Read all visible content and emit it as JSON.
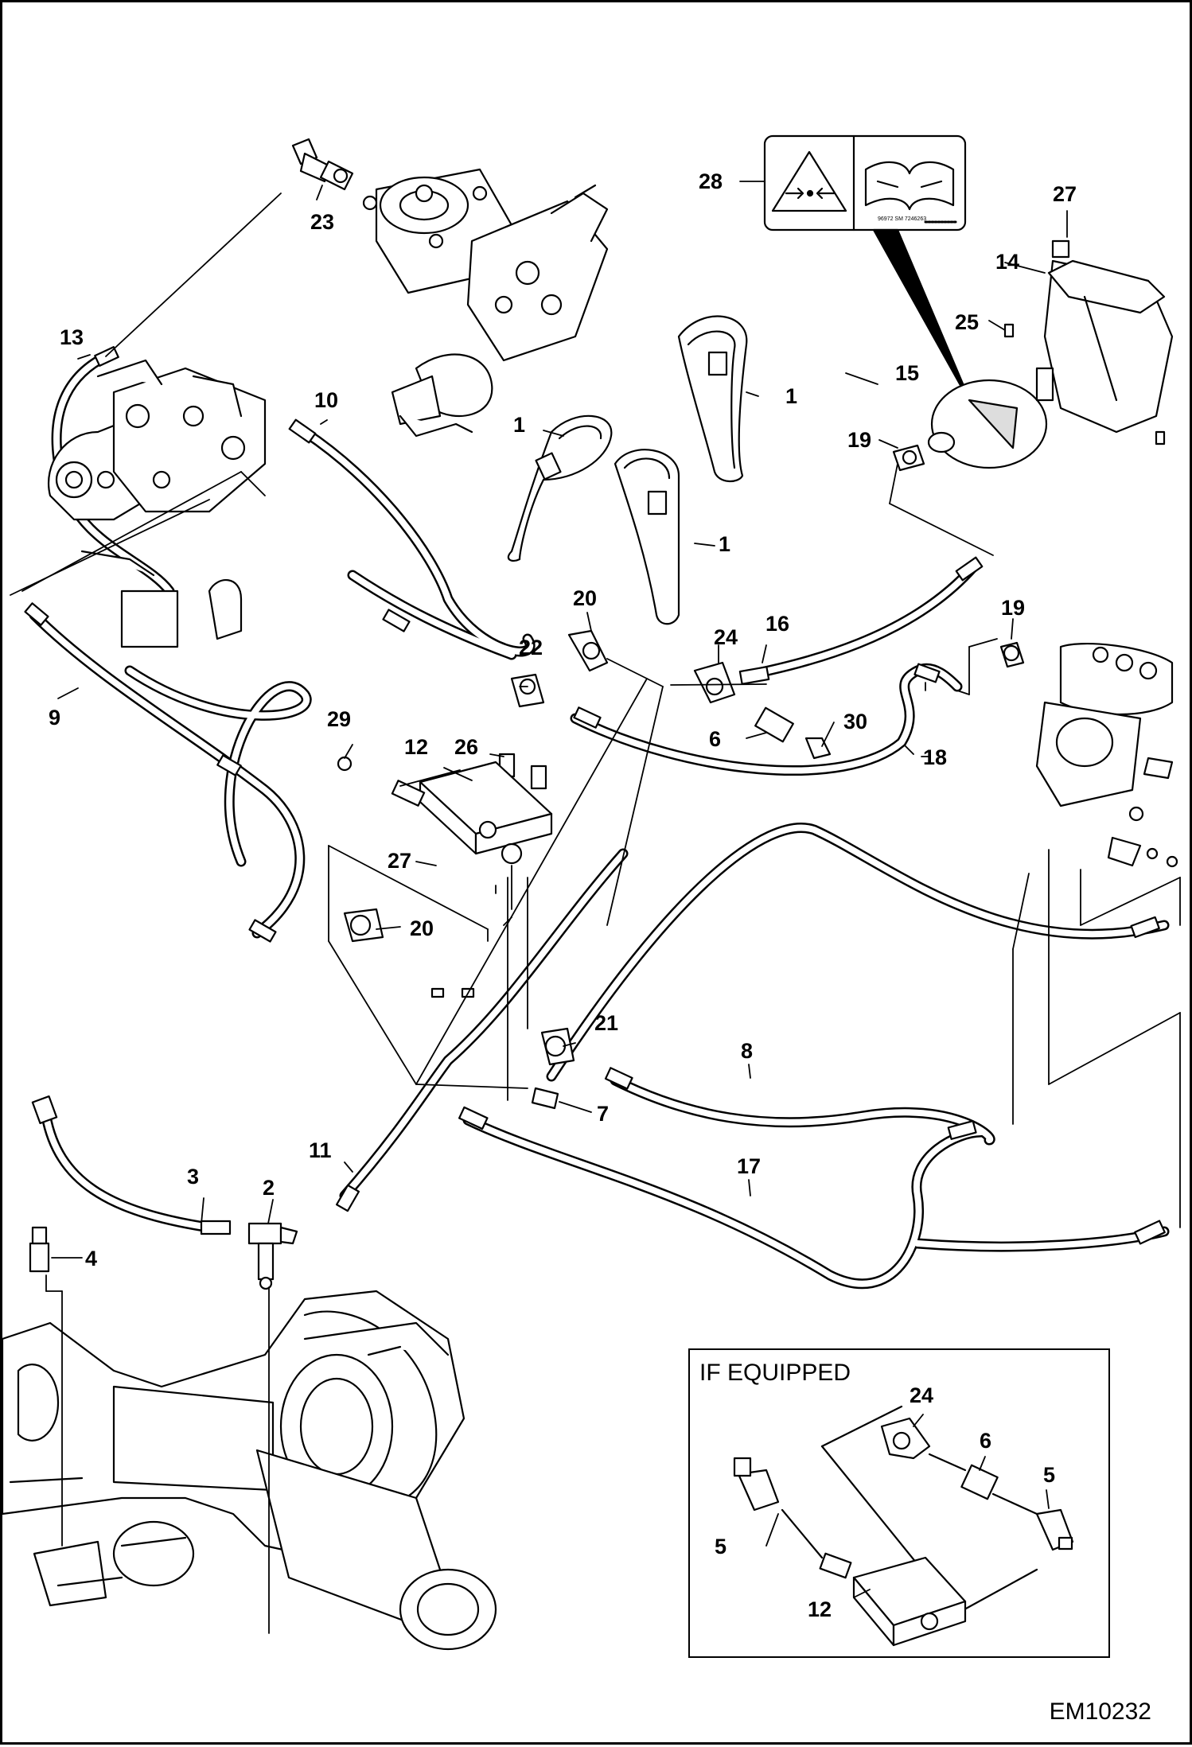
{
  "callouts": [
    {
      "id": "c1a",
      "text": "1"
    },
    {
      "id": "c1b",
      "text": "1"
    },
    {
      "id": "c1c",
      "text": "1"
    },
    {
      "id": "c2",
      "text": "2"
    },
    {
      "id": "c3",
      "text": "3"
    },
    {
      "id": "c4",
      "text": "4"
    },
    {
      "id": "c6",
      "text": "6"
    },
    {
      "id": "c7",
      "text": "7"
    },
    {
      "id": "c8",
      "text": "8"
    },
    {
      "id": "c9",
      "text": "9"
    },
    {
      "id": "c10",
      "text": "10"
    },
    {
      "id": "c11",
      "text": "11"
    },
    {
      "id": "c12",
      "text": "12"
    },
    {
      "id": "c13",
      "text": "13"
    },
    {
      "id": "c14",
      "text": "14"
    },
    {
      "id": "c15",
      "text": "15"
    },
    {
      "id": "c16",
      "text": "16"
    },
    {
      "id": "c17",
      "text": "17"
    },
    {
      "id": "c18",
      "text": "18"
    },
    {
      "id": "c19a",
      "text": "19"
    },
    {
      "id": "c19b",
      "text": "19"
    },
    {
      "id": "c20a",
      "text": "20"
    },
    {
      "id": "c20b",
      "text": "20"
    },
    {
      "id": "c21",
      "text": "21"
    },
    {
      "id": "c22",
      "text": "22"
    },
    {
      "id": "c23",
      "text": "23"
    },
    {
      "id": "c24",
      "text": "24"
    },
    {
      "id": "c25",
      "text": "25"
    },
    {
      "id": "c26",
      "text": "26"
    },
    {
      "id": "c27a",
      "text": "27"
    },
    {
      "id": "c27b",
      "text": "27"
    },
    {
      "id": "c28",
      "text": "28"
    },
    {
      "id": "c29",
      "text": "29"
    },
    {
      "id": "c30",
      "text": "30"
    }
  ],
  "inset": {
    "title": "IF EQUIPPED",
    "callouts": [
      {
        "id": "i24",
        "text": "24"
      },
      {
        "id": "i6",
        "text": "6"
      },
      {
        "id": "i5a",
        "text": "5"
      },
      {
        "id": "i5b",
        "text": "5"
      },
      {
        "id": "i12",
        "text": "12"
      }
    ]
  },
  "decal": {
    "code": "96972 SM   7246263"
  },
  "reference_code": "EM10232"
}
